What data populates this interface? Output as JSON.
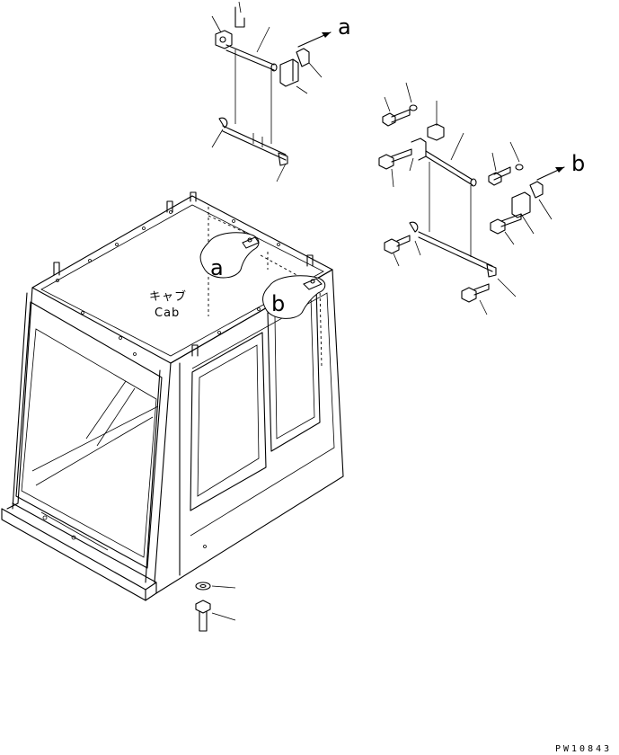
{
  "labels": {
    "callout_a": "a",
    "callout_b": "b",
    "bubble_a": "a",
    "bubble_b": "b",
    "cab_jp": "キャブ",
    "cab_en": "Cab",
    "drawing_code": "PW10843"
  }
}
